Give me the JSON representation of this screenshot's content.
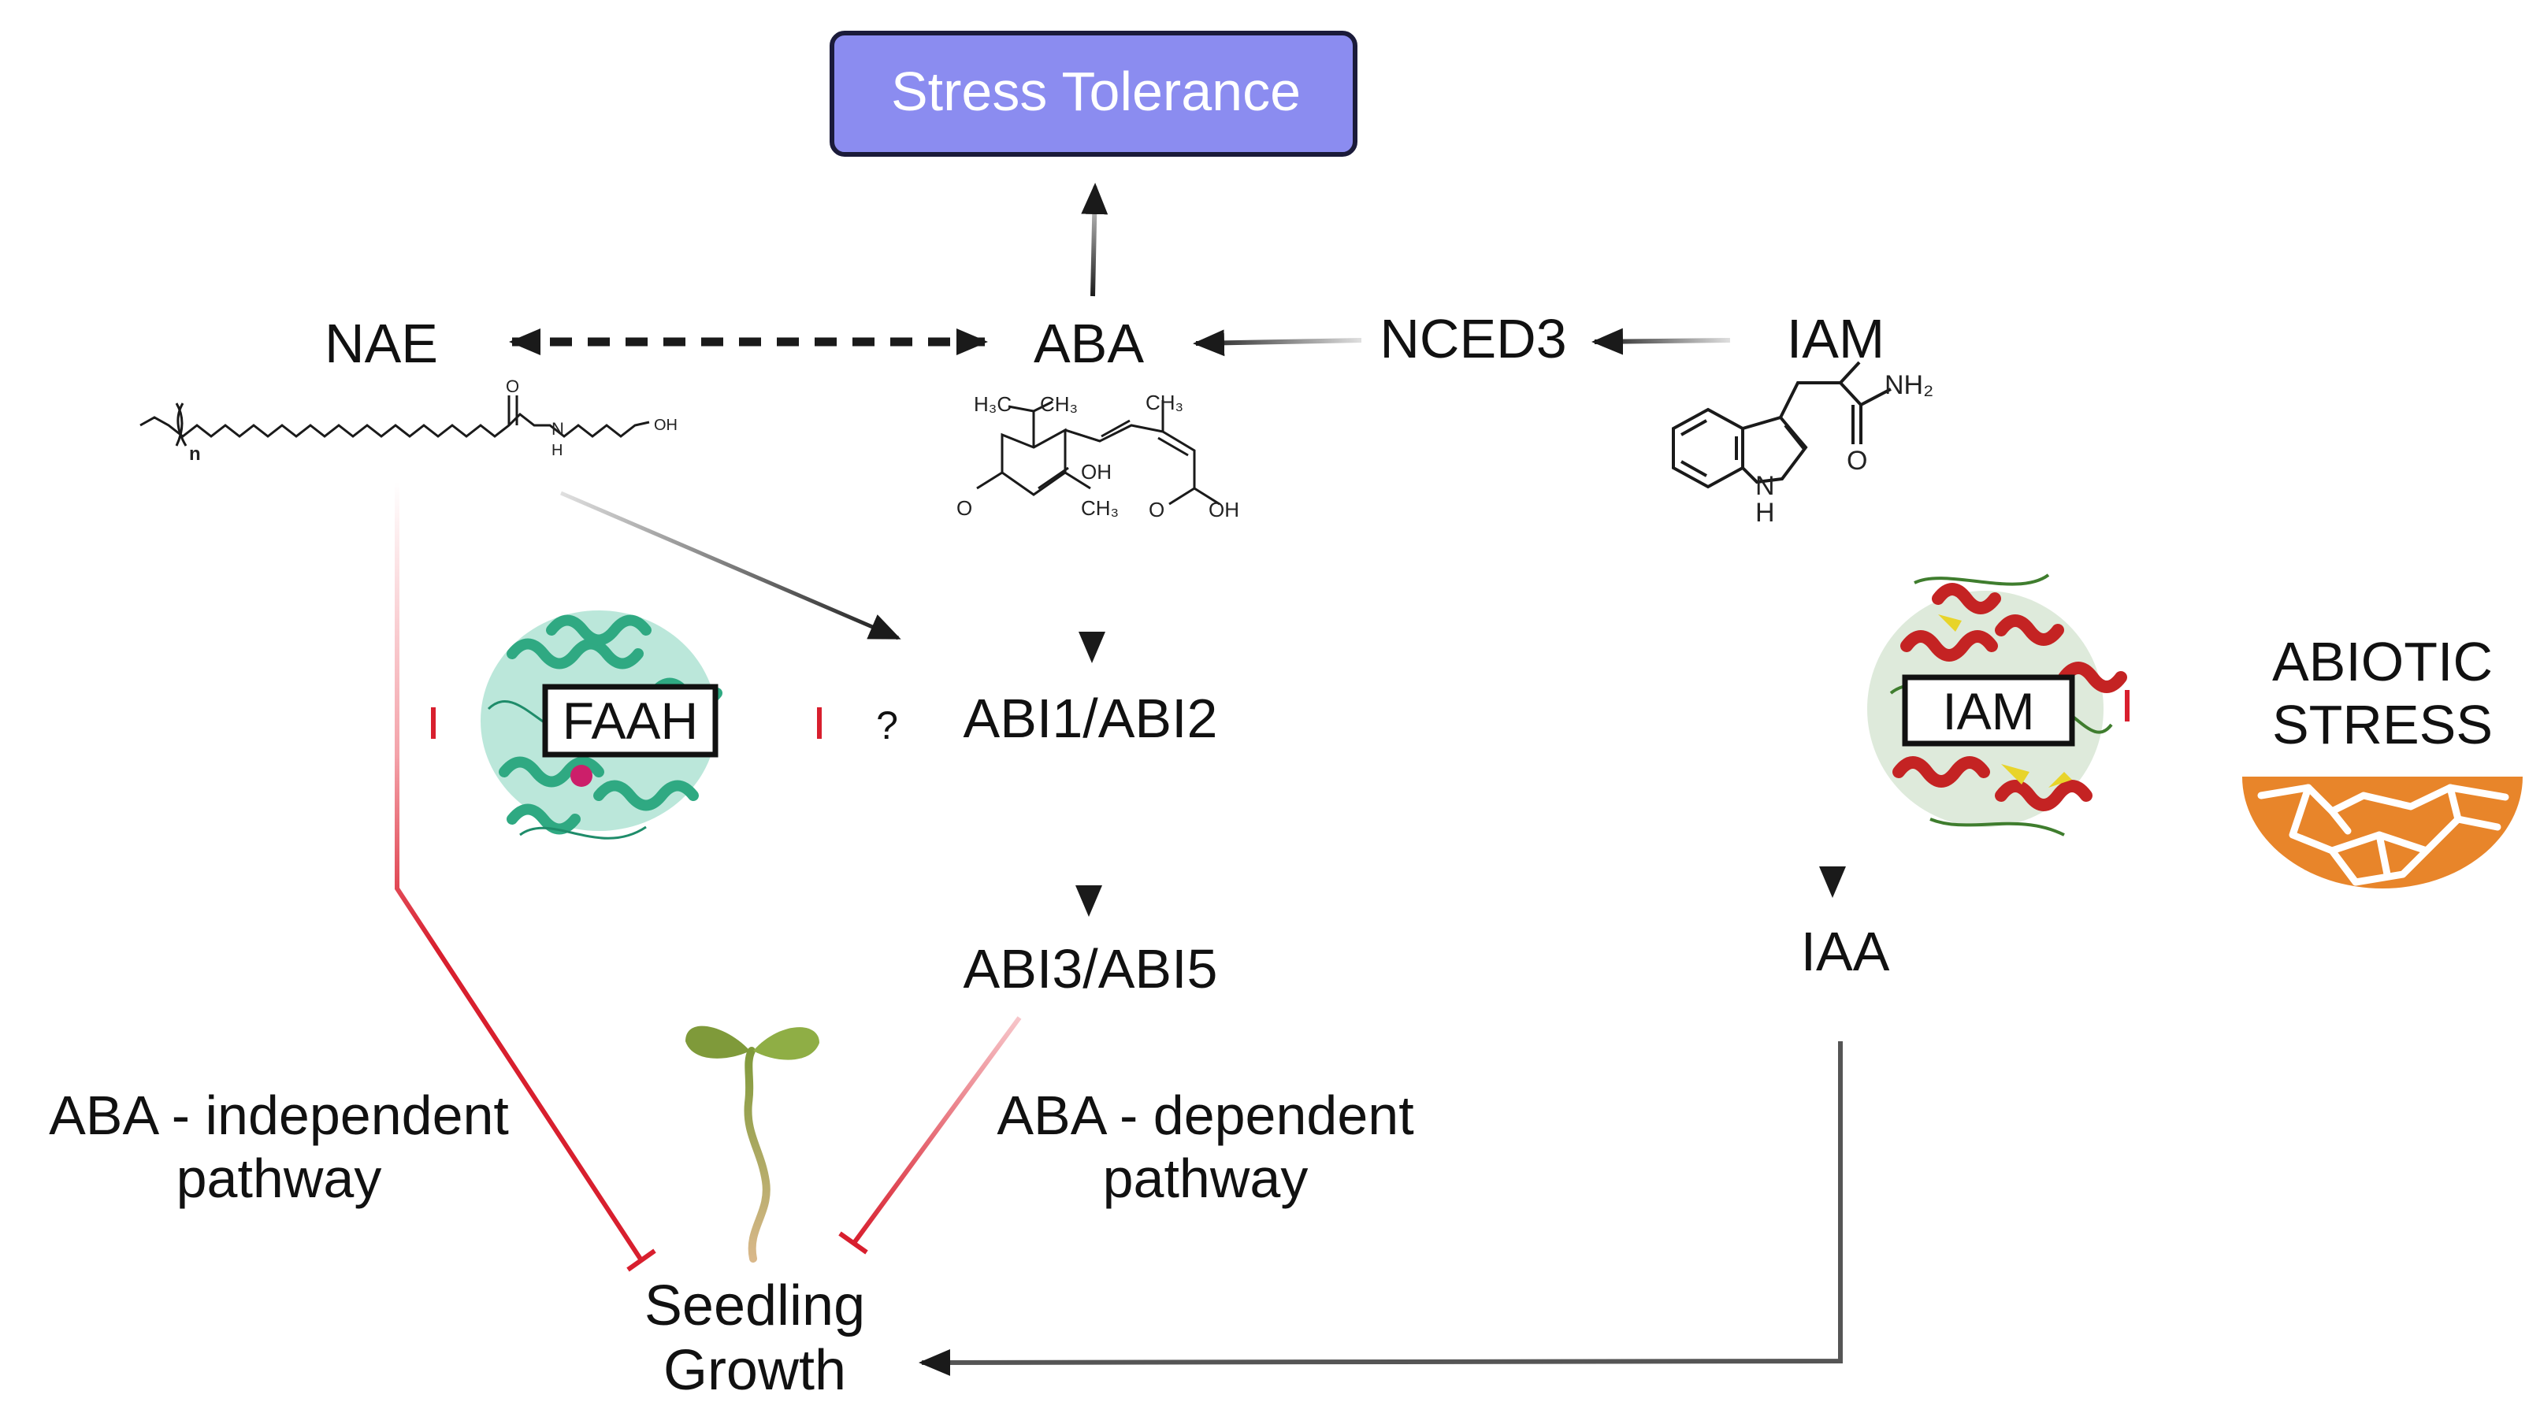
{
  "nodes": {
    "stress_tolerance": "Stress Tolerance",
    "nae": "NAE",
    "aba": "ABA",
    "nced3": "NCED3",
    "iam_compound": "IAM",
    "faah": "FAAH",
    "unknown": "?",
    "abi1_abi2": "ABI1/ABI2",
    "abi3_abi5": "ABI3/ABI5",
    "iam_enzyme": "IAM",
    "abiotic_stress_line1": "ABIOTIC",
    "abiotic_stress_line2": "STRESS",
    "iaa": "IAA",
    "seedling_line1": "Seedling",
    "seedling_line2": "Growth"
  },
  "pathways": {
    "independent_line1": "ABA - independent",
    "independent_line2": "pathway",
    "dependent_line1": "ABA - dependent",
    "dependent_line2": "pathway"
  },
  "structures": {
    "nae_n": "n",
    "nae_oh": "OH",
    "nae_o": "O",
    "nae_h": "H",
    "nae_n_atom": "N",
    "aba_h3c": "H₃C",
    "aba_ch3_top": "CH₃",
    "aba_ch3_right": "CH₃",
    "aba_oh": "OH",
    "aba_ch3_bottom": "CH₃",
    "aba_o_left": "O",
    "aba_o_acid": "O",
    "aba_oh_acid": "OH",
    "iam_nh2": "NH₂",
    "iam_o": "O",
    "iam_n": "N",
    "iam_h": "H"
  },
  "colors": {
    "stress_box_fill": "#8b8cf0",
    "stress_box_stroke": "#1b1b3a",
    "inhibition": "#d81f2e",
    "activation": "#1a1a1a",
    "faah_protein": "#3dbb94",
    "iam_protein": "#c42323",
    "soil": "#e8852a"
  }
}
